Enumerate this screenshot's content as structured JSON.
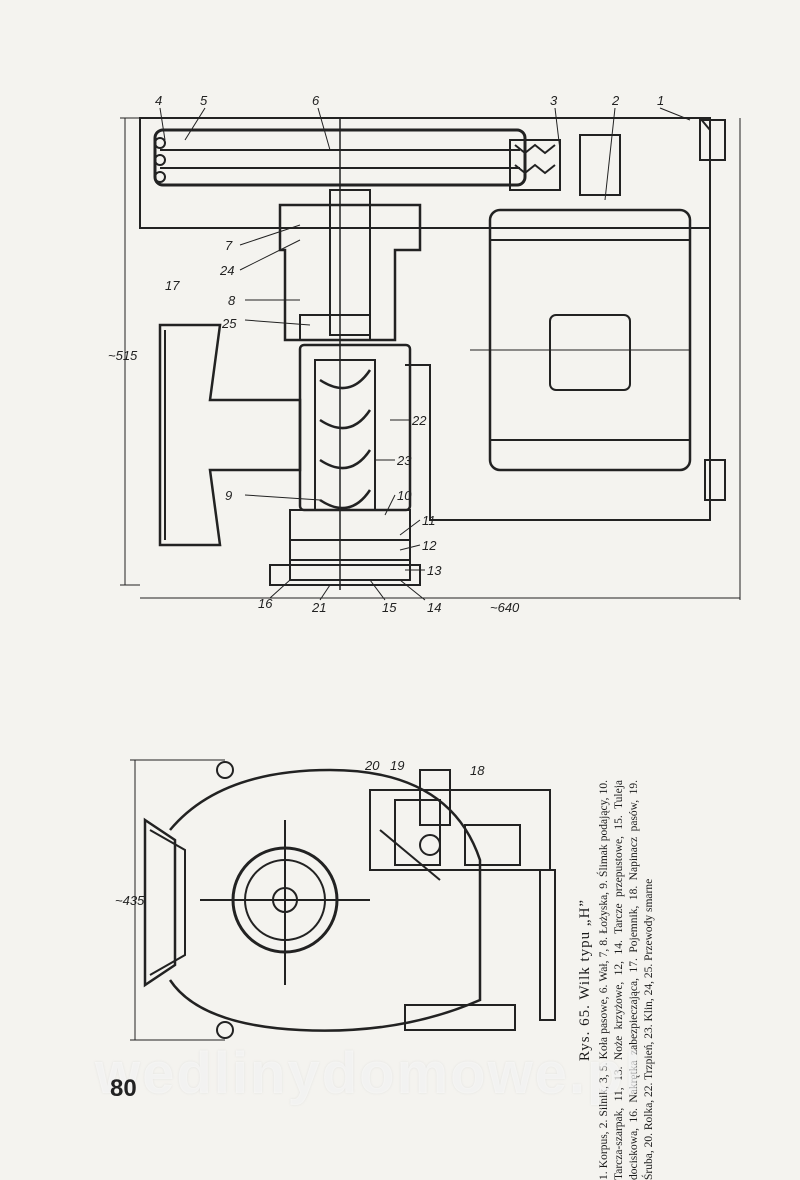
{
  "figure": {
    "caption_title": "Rys. 65. Wilk typu „H”",
    "caption_body": "1. Korpus, 2. Silnik, 3, 5. Koła pasowe, 6. Wał, 7, 8. Łożyska, 9. Ślimak podający, 10. Tarcza-szarpak, 11, 13. Noże krzyżowe, 12, 14. Tarcze przepustowe, 15. Tuleja dociskowa, 16. Nakrętka zabezpieczająca, 17. Pojemnik, 18. Napinacz pasów, 19. Śruba, 20. Rolka, 22. Trzpień, 23. Klin, 24, 25. Przewody smarne"
  },
  "dimensions": {
    "height_top": "~515",
    "length_top": "~640",
    "width_bottom": "~435"
  },
  "callouts": {
    "n1": "1",
    "n2": "2",
    "n3": "3",
    "n4": "4",
    "n5": "5",
    "n6": "6",
    "n7": "7",
    "n8": "8",
    "n9": "9",
    "n10": "10",
    "n11": "11",
    "n12": "12",
    "n13": "13",
    "n14": "14",
    "n15": "15",
    "n16": "16",
    "n17": "17",
    "n18": "18",
    "n19": "19",
    "n20": "20",
    "n21": "21",
    "n22": "22",
    "n23": "23",
    "n24": "24",
    "n25": "25"
  },
  "page_number": "80",
  "watermark": "wedlinydomowe.pl"
}
